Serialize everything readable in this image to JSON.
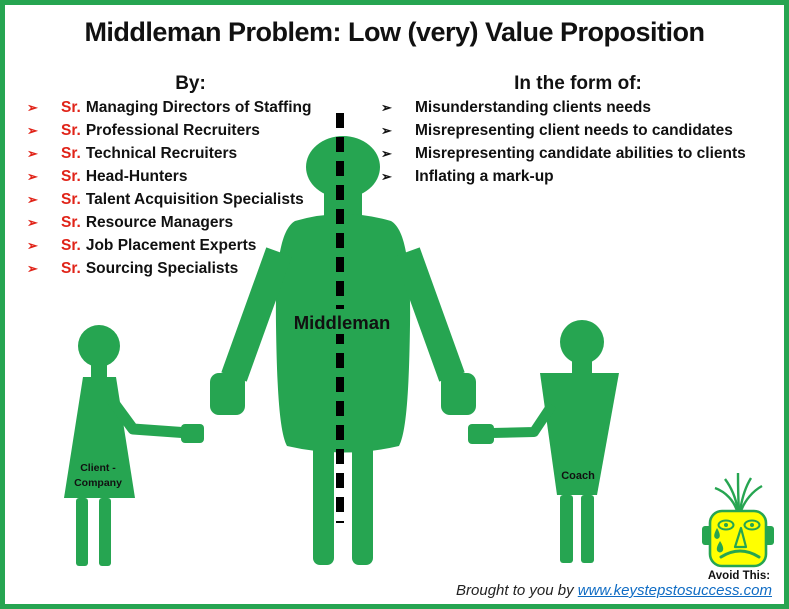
{
  "colors": {
    "green": "#26A551",
    "red": "#E02318",
    "yellow": "#FFFF00",
    "link": "#0F6CC4",
    "ink": "#111111"
  },
  "title": "Middleman Problem: Low (very) Value Proposition",
  "bullet_glyph": "➢",
  "left_list": {
    "header": "By:",
    "prefix": "Sr.",
    "items": [
      "Managing Directors of Staffing",
      "Professional Recruiters",
      "Technical Recruiters",
      "Head-Hunters",
      "Talent Acquisition Specialists",
      "Resource Managers",
      "Job Placement Experts",
      "Sourcing Specialists"
    ]
  },
  "right_list": {
    "header": "In the form of:",
    "items": [
      "Misunderstanding clients needs",
      "Misrepresenting client needs to candidates",
      "Misrepresenting candidate abilities to clients",
      "Inflating a mark-up"
    ]
  },
  "figures": {
    "middleman_label": "Middleman",
    "client_label_line1": "Client -",
    "client_label_line2": "Company",
    "coach_label": "Coach"
  },
  "avoid": {
    "label": "Avoid This:"
  },
  "footer": {
    "prefix": "Brought to you by ",
    "link": "www.keystepstosuccess.com"
  }
}
